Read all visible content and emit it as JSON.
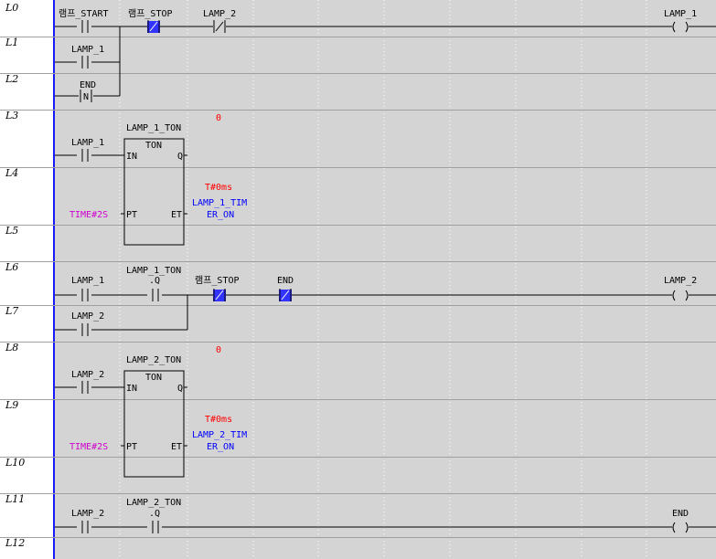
{
  "rows": [
    "L0",
    "L1",
    "L2",
    "L3",
    "L4",
    "L5",
    "L6",
    "L7",
    "L8",
    "L9",
    "L10",
    "L11",
    "L12"
  ],
  "colors": {
    "wire": "#000000",
    "rail": "#1a1aff",
    "value": "#ff0000",
    "output": "#0000ff",
    "constant": "#d000d0",
    "highlight": "#3333ff"
  },
  "rung0": {
    "c1": "램프_START",
    "c2": "램프_STOP",
    "c3": "LAMP_2",
    "coil": "LAMP_1"
  },
  "rung1": {
    "c1": "LAMP_1"
  },
  "rung2": {
    "c1": "END",
    "c1_type": "N"
  },
  "timer1": {
    "enable": "LAMP_1",
    "instance": "LAMP_1_TON",
    "type": "TON",
    "pin_in": "IN",
    "pin_q": "Q",
    "pin_pt": "PT",
    "pin_et": "ET",
    "q_value": "0",
    "et_value": "T#0ms",
    "et_var_1": "LAMP_1_TIM",
    "et_var_2": "ER_ON",
    "pt_const": "TIME#2S"
  },
  "rung6": {
    "c1": "LAMP_1",
    "c2_top": "LAMP_1_TON",
    "c2_bottom": ".Q",
    "c3": "램프_STOP",
    "c4": "END",
    "coil": "LAMP_2"
  },
  "rung7": {
    "c1": "LAMP_2"
  },
  "timer2": {
    "enable": "LAMP_2",
    "instance": "LAMP_2_TON",
    "type": "TON",
    "pin_in": "IN",
    "pin_q": "Q",
    "pin_pt": "PT",
    "pin_et": "ET",
    "q_value": "0",
    "et_value": "T#0ms",
    "et_var_1": "LAMP_2_TIM",
    "et_var_2": "ER_ON",
    "pt_const": "TIME#2S"
  },
  "rung11": {
    "c1": "LAMP_2",
    "c2_top": "LAMP_2_TON",
    "c2_bottom": ".Q",
    "coil": "END"
  }
}
